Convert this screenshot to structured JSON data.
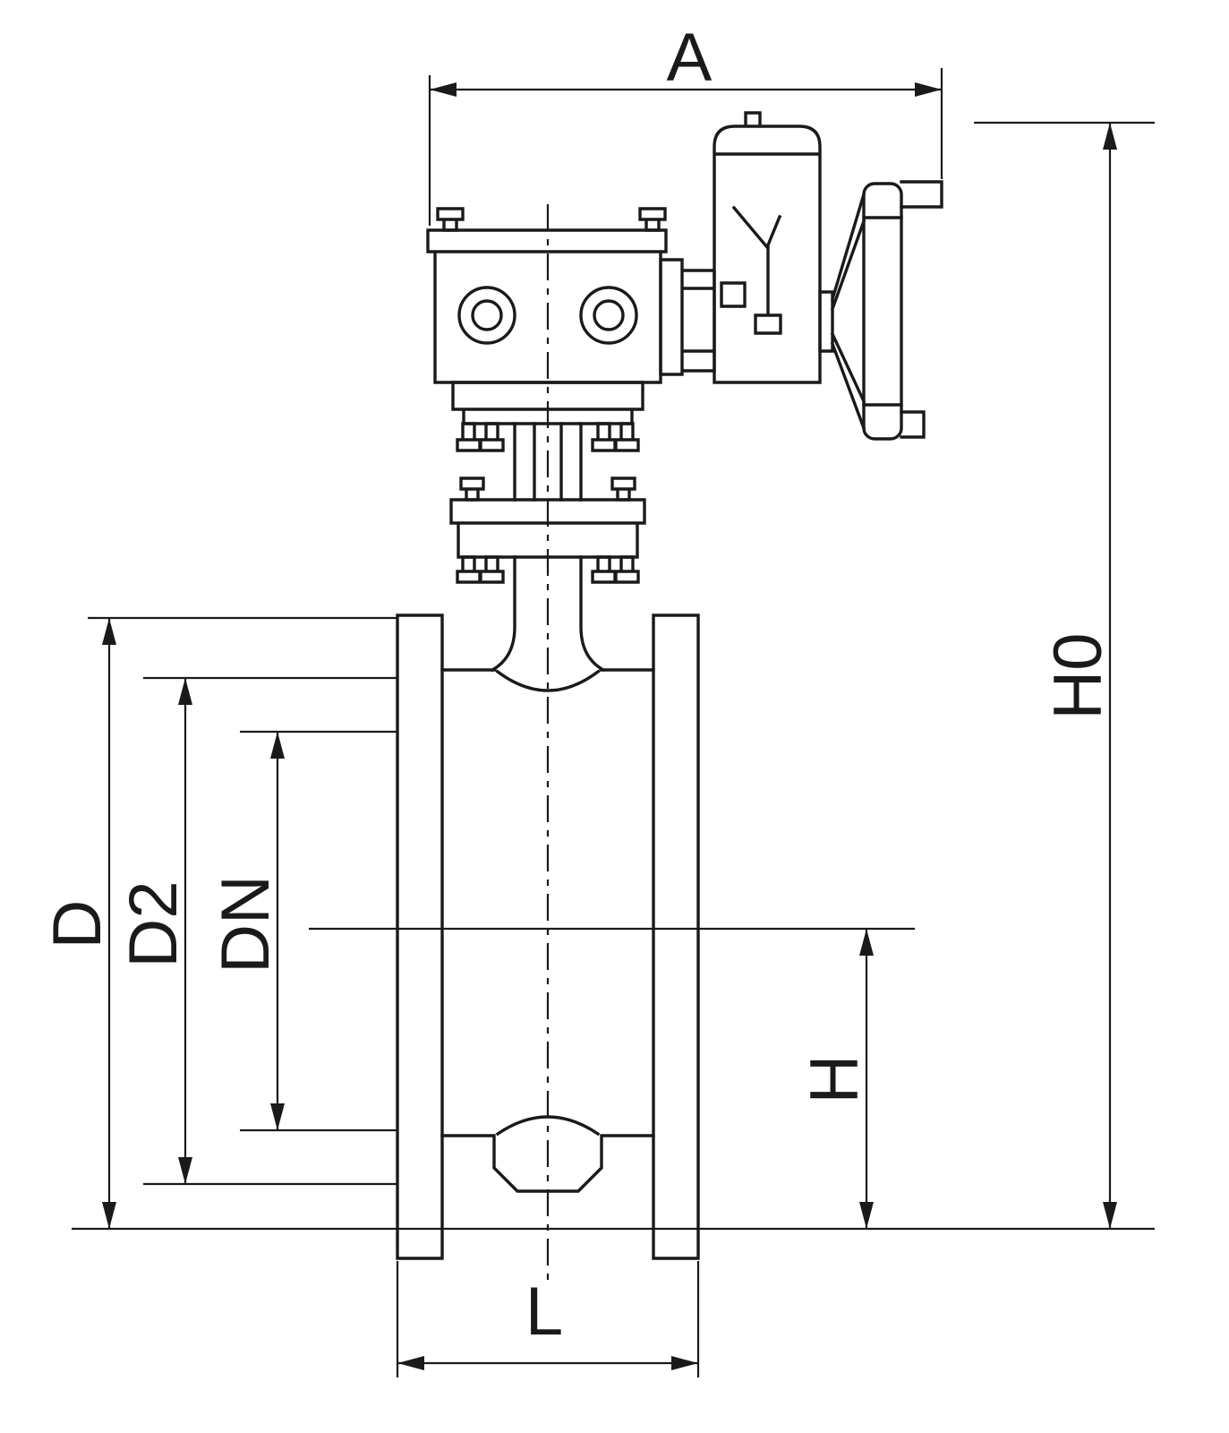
{
  "background": "#ffffff",
  "line_color": "#1a1a1a",
  "dimensions": {
    "a": "A",
    "h0": "H0",
    "d": "D",
    "d2": "D2",
    "dn": "DN",
    "h": "H",
    "l": "L"
  }
}
